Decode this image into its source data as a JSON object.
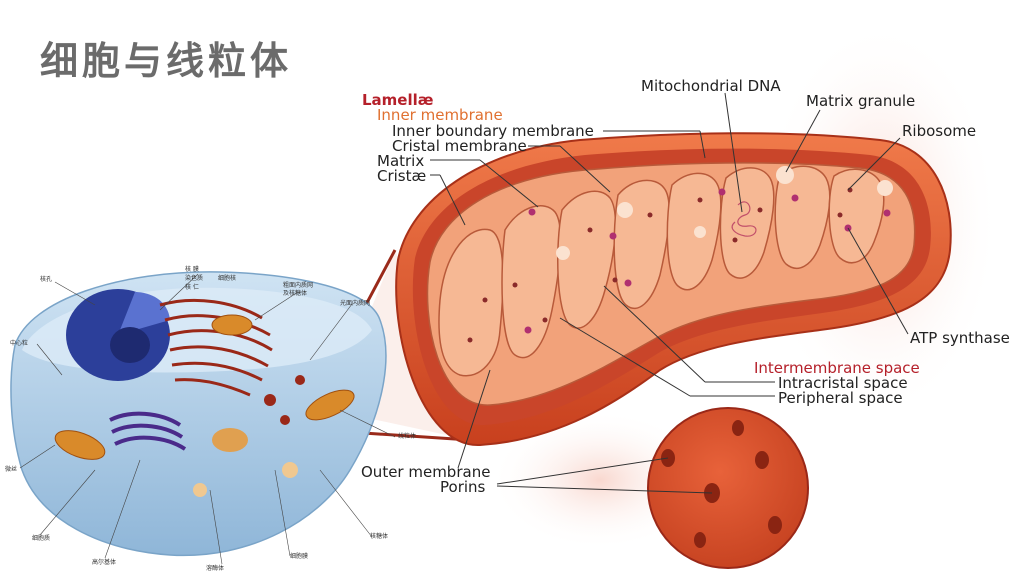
{
  "title": "细胞与线粒体",
  "mitochondrion_labels": {
    "lamellae": "Lamellæ",
    "inner_membrane": "Inner membrane",
    "inner_boundary_membrane": "Inner boundary membrane",
    "cristal_membrane": "Cristal membrane",
    "matrix": "Matrix",
    "cristae": "Cristæ",
    "mitochondrial_dna": "Mitochondrial DNA",
    "matrix_granule": "Matrix granule",
    "ribosome": "Ribosome",
    "atp_synthase": "ATP synthase",
    "intermembrane_space": "Intermembrane space",
    "intracristal_space": "Intracristal space",
    "peripheral_space": "Peripheral space",
    "outer_membrane": "Outer membrane",
    "porins": "Porins"
  },
  "cell_labels": {
    "nuclear_pore": "核孔",
    "nucleolus": "核 膜",
    "chromatin": "染色质",
    "nucleus": "核 仁",
    "nuclear_envelope_group": "细胞核",
    "rough_er": "粗面内质网",
    "ribosome_cn": "及核糖体",
    "smooth_er": "光面内质网",
    "centriole": "中心粒",
    "mitochondrion_cn": "线粒体",
    "microfilament": "微丝",
    "cytoplasm": "细胞质",
    "golgi": "高尔基体",
    "lysosome": "溶酶体",
    "cell_membrane": "细胞膜",
    "ribosome_free": "核糖体"
  },
  "colors": {
    "title": "#6b6b6b",
    "label_red": "#b5202a",
    "label_orange": "#e07030",
    "outer_membrane": "#e0542a",
    "matrix": "#f2a27a"
  }
}
